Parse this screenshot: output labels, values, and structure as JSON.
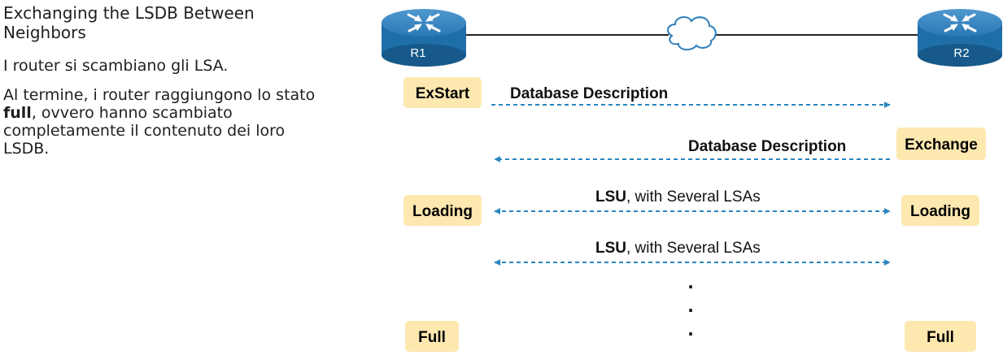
{
  "text_panel": {
    "title": "Exchanging the LSDB Between Neighbors",
    "para1": "I router si scambiano gli LSA.",
    "para2_before": "Al termine, i router raggiungono lo stato ",
    "para2_bold": "full",
    "para2_after": ", ovvero hanno scambiato completamente il contenuto dei loro LSDB."
  },
  "routers": {
    "left": "R1",
    "right": "R2"
  },
  "icons": {
    "router": "router-icon",
    "cloud": "cloud-icon"
  },
  "states": {
    "r1_exstart": "ExStart",
    "r2_exchange": "Exchange",
    "r1_loading": "Loading",
    "r2_loading": "Loading",
    "r1_full": "Full",
    "r2_full": "Full"
  },
  "messages": {
    "dd1": "Database Description",
    "dd2": "Database Description",
    "lsu1_bold": "LSU",
    "lsu1_rest": ", with Several LSAs",
    "lsu2_bold": "LSU",
    "lsu2_rest": ", with Several LSAs"
  },
  "ellipsis_dots": ".",
  "colors": {
    "router_body": "#1e6fa8",
    "state_bg": "#fde8b0",
    "arrow": "#2a86c0"
  }
}
